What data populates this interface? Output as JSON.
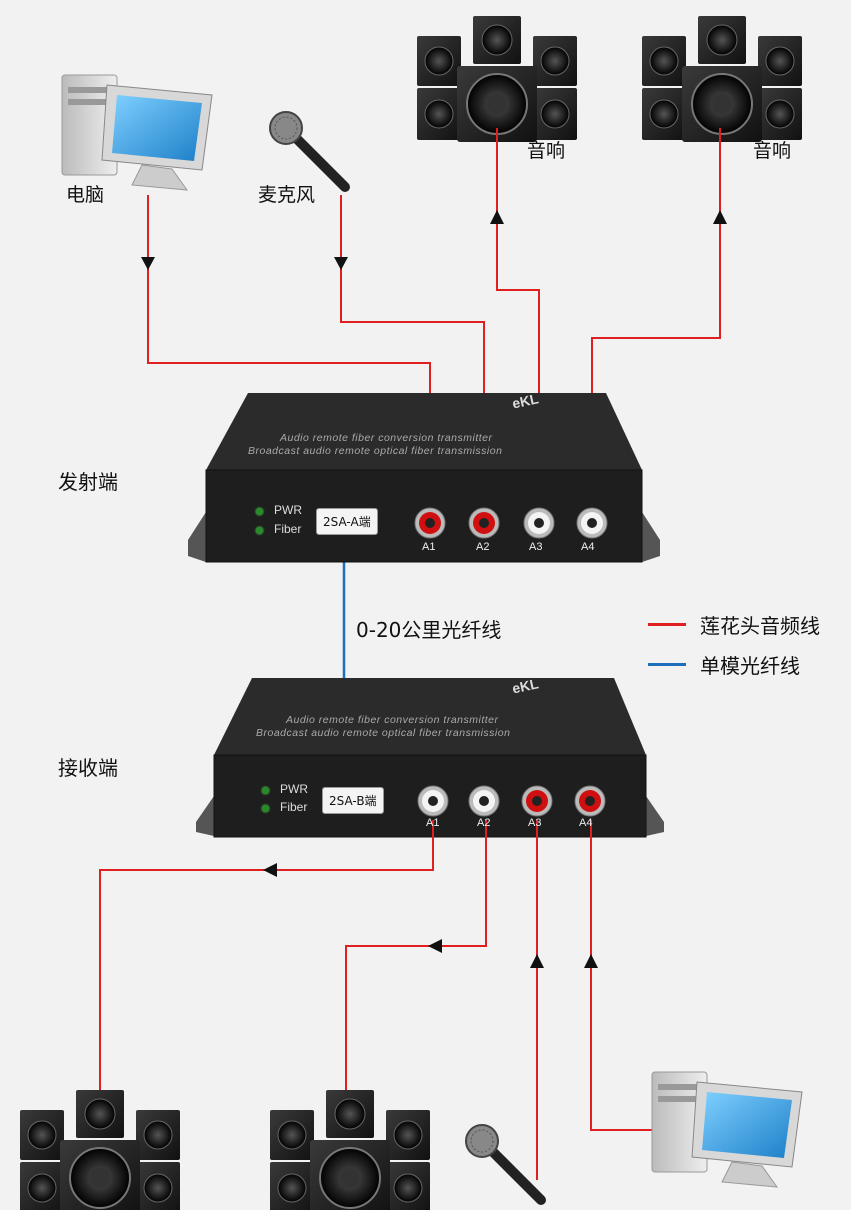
{
  "devices": {
    "computer_top_label": "电脑",
    "mic_top_label": "麦克风",
    "speaker_top_left_label": "音响",
    "speaker_top_right_label": "音响"
  },
  "transmitter": {
    "side_label": "发射端",
    "banner_line1": "Audio remote fiber conversion transmitter",
    "banner_line2": "Broadcast audio remote optical fiber transmission",
    "pwr": "PWR",
    "fiber": "Fiber",
    "model": "2SA-A端",
    "ports": [
      "A1",
      "A2",
      "A3",
      "A4"
    ],
    "brand": "eKL"
  },
  "receiver": {
    "side_label": "接收端",
    "banner_line1": "Audio remote fiber conversion transmitter",
    "banner_line2": "Broadcast audio remote optical fiber transmission",
    "pwr": "PWR",
    "fiber": "Fiber",
    "model": "2SA-B端",
    "ports": [
      "A1",
      "A2",
      "A3",
      "A4"
    ],
    "brand": "eKL"
  },
  "fiber_label": "0-20公里光纤线",
  "legend": {
    "rca": {
      "label": "莲花头音频线",
      "color": "#e02020"
    },
    "fiber": {
      "label": "单模光纤线",
      "color": "#1c6fb8"
    }
  }
}
